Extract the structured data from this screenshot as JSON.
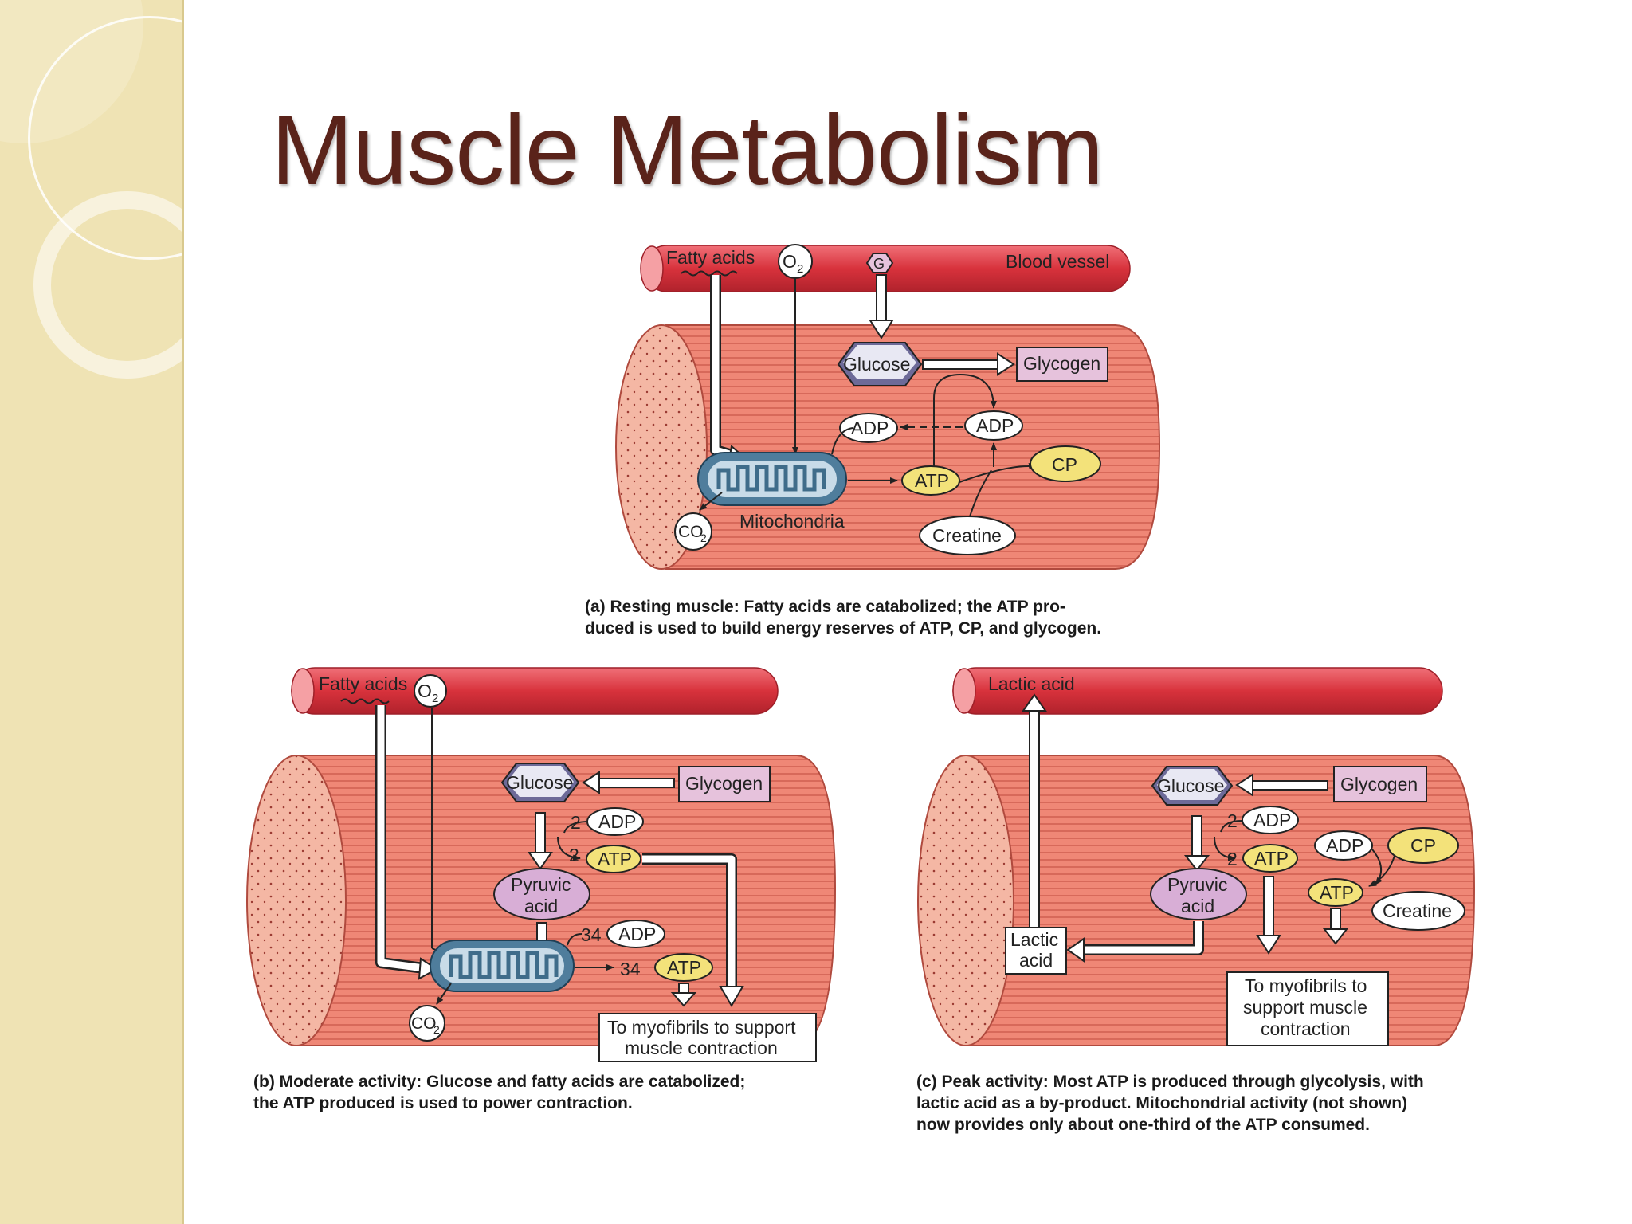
{
  "slide": {
    "title": "Muscle Metabolism"
  },
  "panel_a": {
    "fatty_acids": "Fatty acids",
    "o2": "O",
    "o2_sub": "2",
    "g": "G",
    "blood_vessel": "Blood vessel",
    "glucose": "Glucose",
    "glycogen": "Glycogen",
    "adp_left": "ADP",
    "adp_right": "ADP",
    "atp": "ATP",
    "cp": "CP",
    "creatine": "Creatine",
    "co2": "CO",
    "co2_sub": "2",
    "mitochondria": "Mitochondria",
    "caption_line1": "(a) Resting muscle: Fatty acids are catabolized; the ATP pro-",
    "caption_line2": "duced is used to build energy reserves of ATP, CP, and glycogen."
  },
  "panel_b": {
    "fatty_acids": "Fatty acids",
    "o2": "O",
    "o2_sub": "2",
    "glucose": "Glucose",
    "glycogen": "Glycogen",
    "num_2_adp": "2",
    "adp1": "ADP",
    "num_2_atp": "2",
    "atp1": "ATP",
    "pyruvic": "Pyruvic",
    "acid": "acid",
    "num_34_adp": "34",
    "adp2": "ADP",
    "num_34_atp": "34",
    "atp2": "ATP",
    "co2": "CO",
    "co2_sub": "2",
    "myofibrils_line1": "To myofibrils to support",
    "myofibrils_line2": "muscle contraction",
    "caption_line1": "(b) Moderate activity: Glucose and fatty acids are catabolized;",
    "caption_line2": "the ATP produced is used to power contraction."
  },
  "panel_c": {
    "lactic_acid_top": "Lactic acid",
    "glucose": "Glucose",
    "glycogen": "Glycogen",
    "num_2_adp": "2",
    "adp1": "ADP",
    "num_2_atp": "2",
    "atp1": "ATP",
    "adp2": "ADP",
    "cp": "CP",
    "atp2": "ATP",
    "creatine": "Creatine",
    "pyruvic": "Pyruvic",
    "acid": "acid",
    "lactic_box_line1": "Lactic",
    "lactic_box_line2": "acid",
    "myofibrils_line1": "To myofibrils to",
    "myofibrils_line2": "support muscle",
    "myofibrils_line3": "contraction",
    "caption_line1": "(c) Peak activity: Most ATP is produced through glycolysis, with",
    "caption_line2": "lactic acid as a by-product.  Mitochondrial activity (not shown)",
    "caption_line3": "now provides only about one-third of the ATP consumed."
  },
  "colors": {
    "title": "#5a231a",
    "side_band": "#efe3b4",
    "vessel": "#d8323c",
    "muscle": "#ef8776",
    "mitochondria": "#4f7d9c",
    "atp_fill": "#f3e27a",
    "glycogen_fill": "#e6c2dc",
    "glucose_fill": "#6d6a98",
    "pyruvic_fill": "#d8aed6"
  }
}
